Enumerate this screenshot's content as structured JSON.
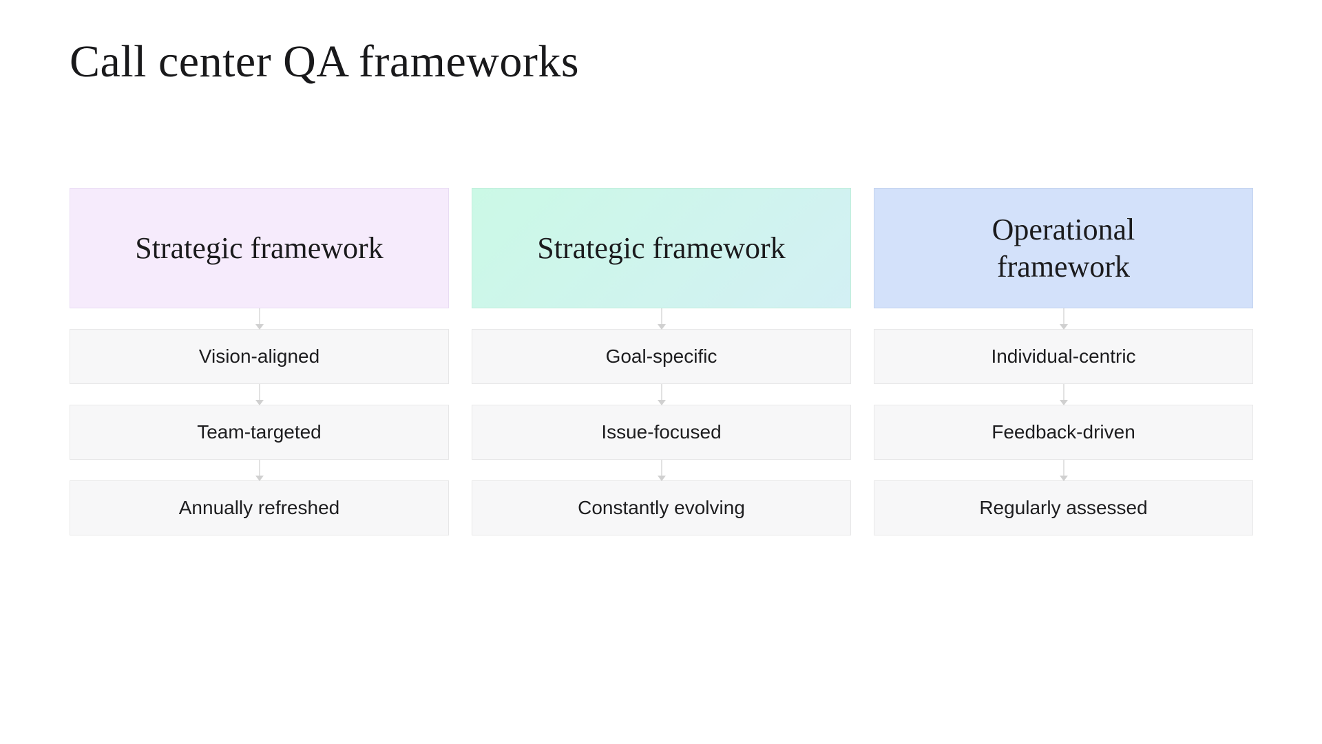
{
  "page": {
    "title": "Call center QA frameworks",
    "background": "#ffffff"
  },
  "diagram": {
    "columns": [
      {
        "id": "strategic-framework-1",
        "header": {
          "label": "Strategic framework",
          "bg": "#f6ebfc",
          "border": "#e9dcf4"
        },
        "items": [
          {
            "label": "Vision-aligned"
          },
          {
            "label": "Team-targeted"
          },
          {
            "label": "Annually refreshed"
          }
        ]
      },
      {
        "id": "strategic-framework-2",
        "header": {
          "label": "Strategic framework",
          "bg_gradient_start": "#cbf9e6",
          "bg_gradient_end": "#d3f0f4",
          "border": "#c0eedb"
        },
        "items": [
          {
            "label": "Goal-specific"
          },
          {
            "label": "Issue-focused"
          },
          {
            "label": "Constantly evolving"
          }
        ]
      },
      {
        "id": "operational-framework",
        "header": {
          "label": "Operational framework",
          "bg": "#d3e1fa",
          "border": "#c2d2ee"
        },
        "items": [
          {
            "label": "Individual-centric"
          },
          {
            "label": "Feedback-driven"
          },
          {
            "label": "Regularly assessed"
          }
        ]
      }
    ],
    "item_style": {
      "bg": "#f7f7f8",
      "border": "#e7e7e8",
      "text_color": "#1d1d1f"
    },
    "connector": {
      "line_color": "#e2e2e2",
      "arrow_color": "#d0d0d0"
    }
  }
}
